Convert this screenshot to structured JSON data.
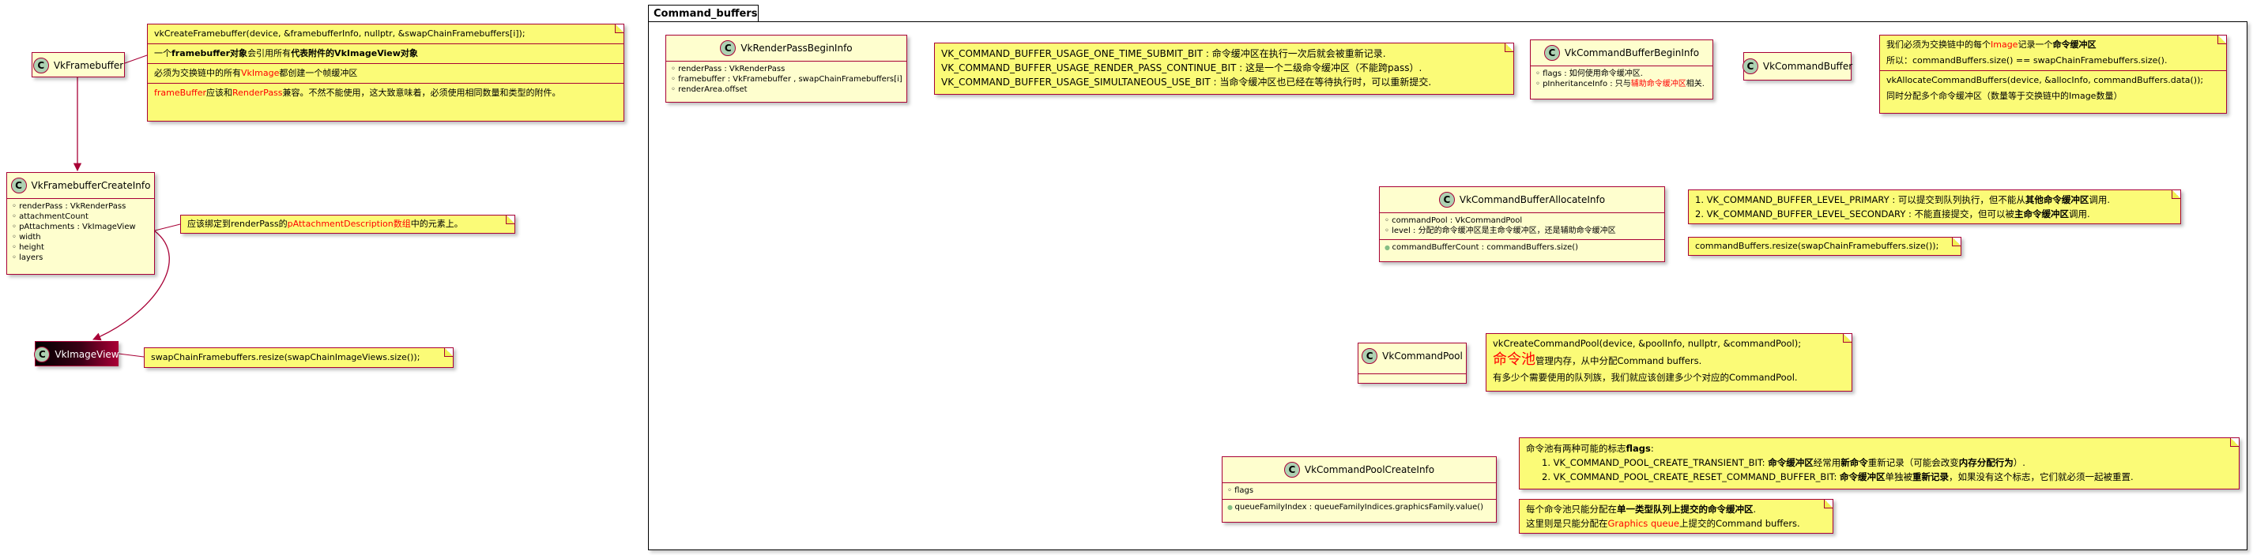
{
  "package": {
    "name": "Command_buffers"
  },
  "classes": {
    "vk_framebuffer": {
      "name": "VkFramebuffer",
      "stereotype": "C"
    },
    "vk_framebuffer_create_info": {
      "name": "VkFramebufferCreateInfo",
      "stereotype": "C",
      "fields": [
        "renderPass : VkRenderPass",
        "attachmentCount",
        "pAttachments : VkImageView",
        "width",
        "height",
        "layers"
      ]
    },
    "vk_image_view": {
      "name": "VkImageView",
      "stereotype": "C"
    },
    "vk_render_pass_begin_info": {
      "name": "VkRenderPassBeginInfo",
      "stereotype": "C",
      "fields": [
        "renderPass : VkRenderPass",
        "framebuffer : VkFramebuffer , swapChainFramebuffers[i]",
        "renderArea.offset"
      ]
    },
    "vk_command_buffer_begin_info": {
      "name": "VkCommandBufferBeginInfo",
      "stereotype": "C",
      "fields": [
        "flags : 如何使用命令缓冲区.",
        "pInheritanceInfo : 只与辅助命令缓冲区相关."
      ],
      "field_inheritance_prefix": "pInheritanceInfo : 只与",
      "field_inheritance_red": "辅助命令缓冲区",
      "field_inheritance_suffix": "相关."
    },
    "vk_command_buffer": {
      "name": "VkCommandBuffer",
      "stereotype": "C"
    },
    "vk_command_buffer_allocate_info": {
      "name": "VkCommandBufferAllocateInfo",
      "stereotype": "C",
      "fields": [
        "commandPool : VkCommandPool",
        "level : 分配的命令缓冲区是主命令缓冲区，还是辅助命令缓冲区"
      ],
      "methods": [
        "commandBufferCount : commandBuffers.size()"
      ]
    },
    "vk_command_pool": {
      "name": "VkCommandPool",
      "stereotype": "C"
    },
    "vk_command_pool_create_info": {
      "name": "VkCommandPoolCreateInfo",
      "stereotype": "C",
      "fields": [
        "flags"
      ],
      "methods": [
        "queueFamilyIndex : queueFamilyIndices.graphicsFamily.value()"
      ]
    }
  },
  "notes": {
    "framebuffer": {
      "line1": "vkCreateFramebuffer(device, &framebufferInfo, nullptr, &swapChainFramebuffers[i]);",
      "line2_a": "一个",
      "line2_b": "framebuffer对象",
      "line2_c": "会引用所有",
      "line2_d": "代表附件的VkImageView对象",
      "line3_a": "必须为交换链中的所有",
      "line3_b": "VkImage",
      "line3_c": "都创建一个帧缓冲区",
      "line4_a": "frameBuffer",
      "line4_b": "应该和",
      "line4_c": "RenderPass",
      "line4_d": "兼容。不然不能使用，这大致意味着，必须使用相同数量和类型的附件。"
    },
    "attachments": {
      "a": "应该绑定到renderPass的",
      "b": "pAttachmentDescription数组",
      "c": "中的元素上。"
    },
    "image_view": {
      "text": "swapChainFramebuffers.resize(swapChainImageViews.size());"
    },
    "begin_flags": {
      "lines": [
        "VK_COMMAND_BUFFER_USAGE_ONE_TIME_SUBMIT_BIT : 命令缓冲区在执行一次后就会被重新记录.",
        "VK_COMMAND_BUFFER_USAGE_RENDER_PASS_CONTINUE_BIT : 这是一个二级命令缓冲区（不能跨pass）.",
        "VK_COMMAND_BUFFER_USAGE_SIMULTANEOUS_USE_BIT : 当命令缓冲区也已经在等待执行时，可以重新提交."
      ]
    },
    "command_buffer": {
      "l1_a": "我们必须为交换链中的每个",
      "l1_b": "Image",
      "l1_c": "记录一个",
      "l1_d": "命令缓冲区",
      "l2": "所以：commandBuffers.size() == swapChainFramebuffers.size().",
      "l3": "vkAllocateCommandBuffers(device, &allocInfo, commandBuffers.data());",
      "l4": "同时分配多个命令缓冲区（数量等于交换链中的Image数量）"
    },
    "levels": {
      "l1_a": "1. VK_COMMAND_BUFFER_LEVEL_PRIMARY : 可以提交到队列执行，但不能从",
      "l1_b": "其他命令缓冲区",
      "l1_c": "调用.",
      "l2_a": "2. VK_COMMAND_BUFFER_LEVEL_SECONDARY : 不能直接提交，但可以被",
      "l2_b": "主命令缓冲区",
      "l2_c": "调用."
    },
    "buffers_resize": {
      "text": "commandBuffers.resize(swapChainFramebuffers.size());"
    },
    "command_pool": {
      "l1": "vkCreateCommandPool(device, &poolInfo, nullptr, &commandPool);",
      "l2_a": "命令池",
      "l2_b": "管理内存，从中分配Command buffers.",
      "l3": "有多少个需要使用的队列族，我们就应该创建多少个对应的CommandPool."
    },
    "pool_flags": {
      "l1_a": "命令池有两种可能的标志",
      "l1_b": "flags",
      "l2_a": "1. VK_COMMAND_POOL_CREATE_TRANSIENT_BIT: ",
      "l2_b": "命令缓冲区",
      "l2_c": "经常用",
      "l2_d": "新命令",
      "l2_e": "重新记录（可能会改变",
      "l2_f": "内存分配行为",
      "l2_g": "）.",
      "l3_a": "2. VK_COMMAND_POOL_CREATE_RESET_COMMAND_BUFFER_BIT: ",
      "l3_b": "命令缓冲区",
      "l3_c": "单独被",
      "l3_d": "重新记录",
      "l3_e": "，如果没有这个标志，它们就必须一起被重置."
    },
    "queue_family": {
      "l1_a": "每个命令池只能分配在",
      "l1_b": "单一类型队列上提交的命令缓冲区",
      "l2_a": "这里则是只能分配在",
      "l2_b": "Graphics queue",
      "l2_c": "上提交的Command buffers."
    }
  },
  "colors": {
    "class_fill": "#FEFECE",
    "class_border": "#A80036",
    "note_fill": "#FBFB77",
    "arrow": "#A80036",
    "badge": "#ADD1B2",
    "highlight_text": "#FF0000"
  }
}
